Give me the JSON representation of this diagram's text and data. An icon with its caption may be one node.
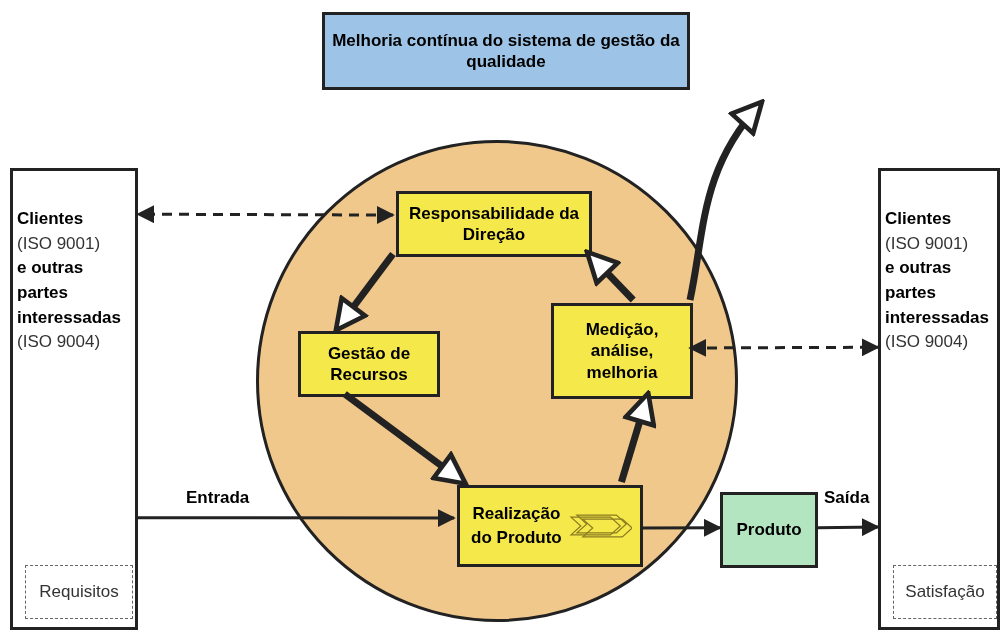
{
  "diagram": {
    "nodes": [
      {
        "text": [
          "Melhoria contínua do sistema de gestão da qualidade"
        ]
      },
      {
        "text": [
          "Clientes",
          "(ISO 9001)",
          "e outras partes interessadas",
          "(ISO 9004)"
        ]
      },
      {
        "text": [
          "Requisitos"
        ],
        "in": 1
      },
      {
        "text": [],
        "shape": "circle"
      },
      {
        "text": [
          "Responsabilidade da Direção"
        ],
        "in": 3
      },
      {
        "text": [
          "Gestão de Recursos"
        ],
        "in": 3
      },
      {
        "text": [
          "Medição, análise, melhoria"
        ],
        "in": 3
      },
      {
        "text": [
          "Realização do Produto"
        ],
        "in": 3
      },
      {
        "text": [
          "Produto"
        ]
      },
      {
        "text": [
          "Clientes",
          "(ISO 9001)",
          "e outras partes interessadas",
          "(ISO 9004)"
        ]
      },
      {
        "text": [
          "Satisfação"
        ],
        "in": 9
      }
    ],
    "edges": [
      {
        "from": 4,
        "to": 1,
        "arrow": "both",
        "style": "dashed"
      },
      {
        "from": 4,
        "to": 5,
        "arrow": "to",
        "style": "thick"
      },
      {
        "from": 5,
        "to": 7,
        "arrow": "to",
        "style": "thick"
      },
      {
        "from": 7,
        "to": 6,
        "arrow": "to",
        "style": "thick"
      },
      {
        "from": 6,
        "to": 4,
        "arrow": "to",
        "style": "thick"
      },
      {
        "from": 1,
        "to": 7,
        "arrow": "to",
        "label": "Entrada"
      },
      {
        "from": 7,
        "to": 8,
        "arrow": "to"
      },
      {
        "from": 8,
        "to": 9,
        "arrow": "to",
        "label": "Saída"
      },
      {
        "from": 6,
        "to": 9,
        "arrow": "both",
        "style": "dashed"
      },
      {
        "from": 6,
        "to": null,
        "arrow": "to",
        "style": "thick"
      }
    ]
  }
}
